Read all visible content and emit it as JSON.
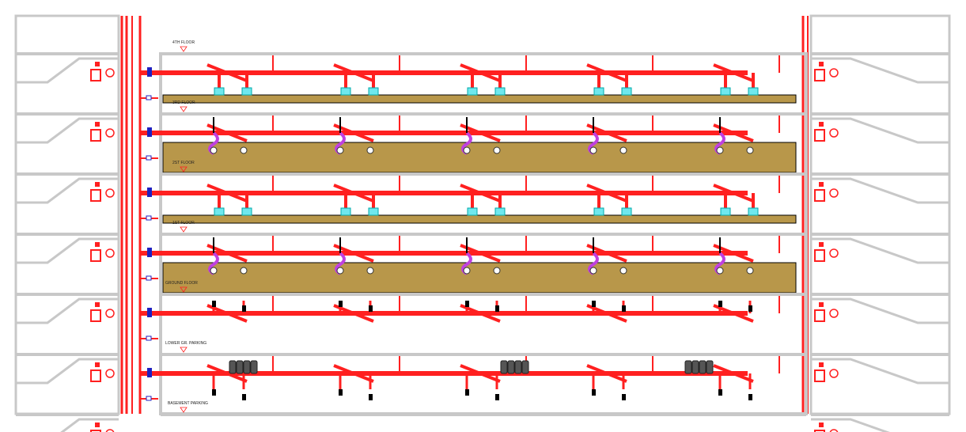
{
  "drawing": {
    "title": "Fire fighting riser diagram"
  },
  "floors": [
    {
      "label": "4TH FLOOR",
      "type": "office"
    },
    {
      "label": "3RD FLOOR",
      "type": "tiled"
    },
    {
      "label": "2ST FLOOR",
      "type": "office"
    },
    {
      "label": "1ST FLOOR",
      "type": "tiled"
    },
    {
      "label": "GROUND FLOOR",
      "type": "sprinkler"
    },
    {
      "label": "LOWER GR. PARKING",
      "type": "parking"
    },
    {
      "label": "BASEMENT PARKING",
      "type": "none"
    }
  ],
  "colors": {
    "pipe": "#ff2020",
    "wall": "#c8c8c8",
    "ceiling": "#b8974a",
    "diffuser": "#6fe8ee",
    "flex": "#c040e0",
    "valve": "#2020c0"
  }
}
